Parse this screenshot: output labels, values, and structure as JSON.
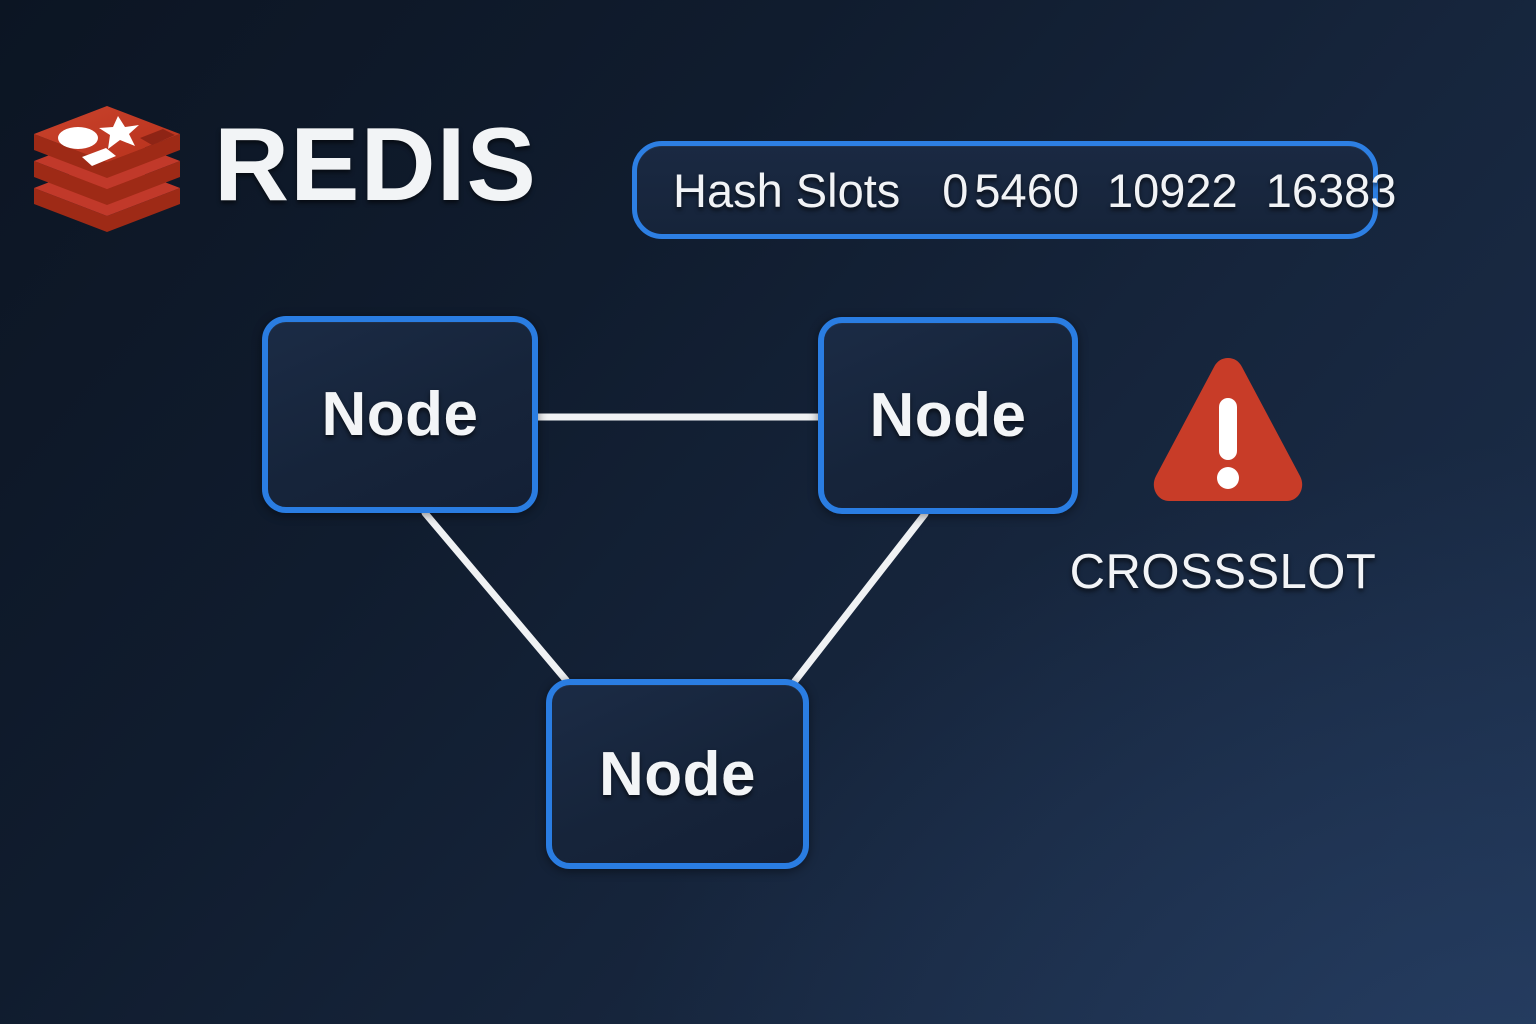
{
  "background": {
    "gradient_from": "#0c1523",
    "gradient_to": "#1c2f4c"
  },
  "brand": {
    "name": "REDIS",
    "logo_icon": "redis-stack-logo-icon",
    "logo_color": "#c4351f"
  },
  "hash_slots_banner": {
    "label": "Hash Slots",
    "border_color": "#2d7fe3",
    "fill_color": "#1a2942",
    "values": [
      "0",
      "5460",
      "10922",
      "16383"
    ],
    "ranges": [
      {
        "start": "0",
        "end": "5460"
      },
      {
        "start": "10922",
        "end": "16383"
      }
    ]
  },
  "cluster": {
    "node_border_color": "#2a7de2",
    "node_fill_color": "#1b2b45",
    "edge_color": "#f0f2f4",
    "nodes": [
      {
        "id": "node-left",
        "label": "Node"
      },
      {
        "id": "node-right",
        "label": "Node"
      },
      {
        "id": "node-bottom",
        "label": "Node"
      }
    ],
    "edges": [
      {
        "from": "node-left",
        "to": "node-right"
      },
      {
        "from": "node-left",
        "to": "node-bottom"
      },
      {
        "from": "node-right",
        "to": "node-bottom"
      }
    ]
  },
  "error": {
    "icon": "warning-triangle-icon",
    "icon_color": "#c83c28",
    "label": "CROSSSLOT"
  }
}
